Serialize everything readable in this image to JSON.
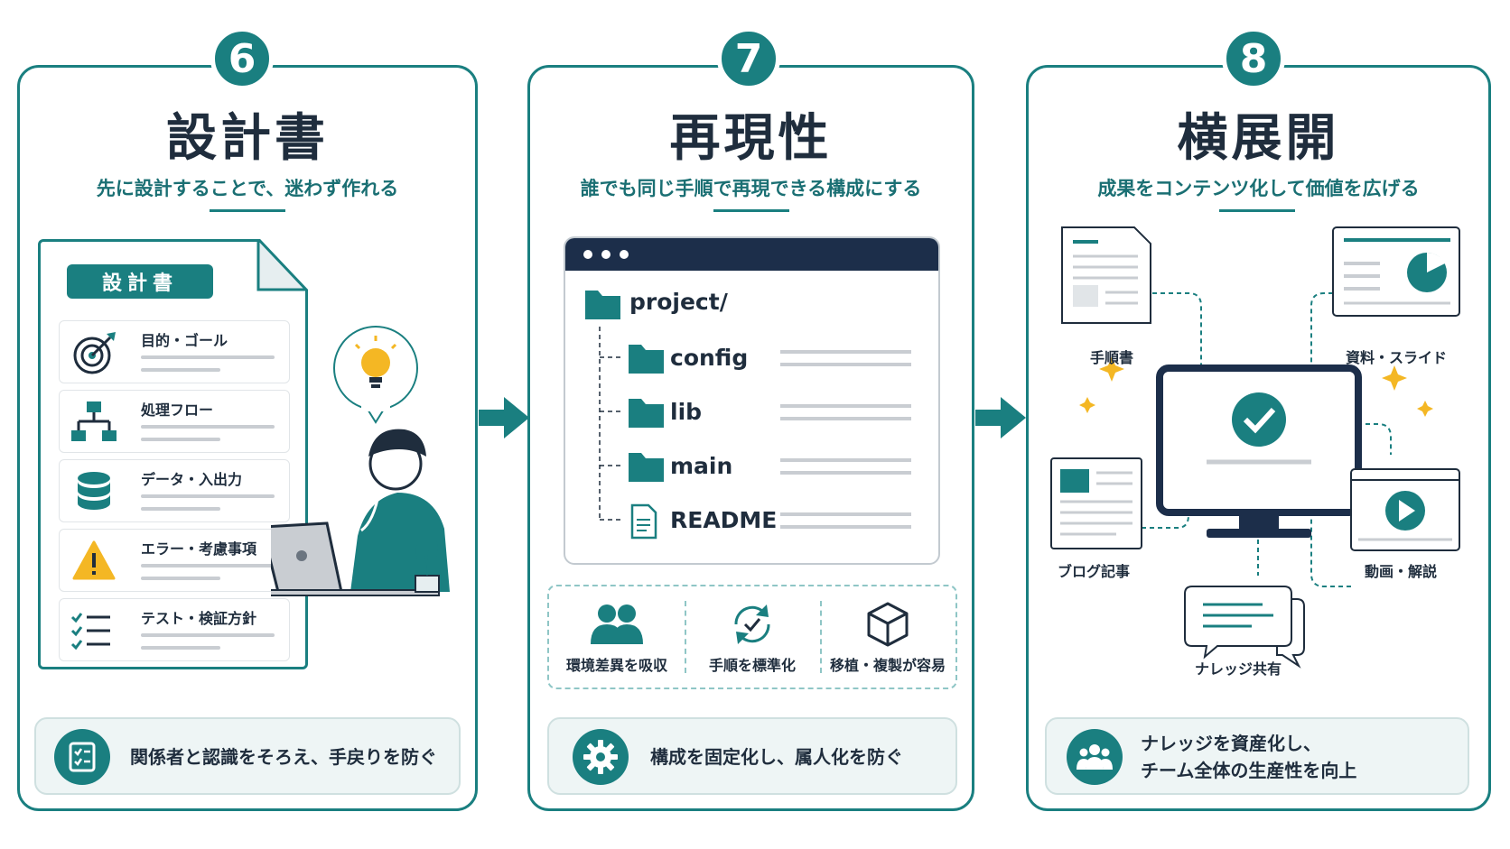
{
  "colors": {
    "teal": "#1a7f80",
    "navy": "#1c2e4a",
    "text": "#1f2d3d",
    "subtext": "#1a6f73",
    "yellow": "#f4b724"
  },
  "panels": [
    {
      "number": "6",
      "title": "設計書",
      "subtitle": "先に設計することで、迷わず作れる",
      "doc_tag": "設計書",
      "doc_items": [
        {
          "label": "目的・ゴール",
          "icon": "target-icon"
        },
        {
          "label": "処理フロー",
          "icon": "flowchart-icon"
        },
        {
          "label": "データ・入出力",
          "icon": "database-icon"
        },
        {
          "label": "エラー・考慮事項",
          "icon": "warning-icon"
        },
        {
          "label": "テスト・検証方針",
          "icon": "checklist-icon"
        }
      ],
      "footer": "関係者と認識をそろえ、手戻りを防ぐ",
      "footer_icon": "checklist-icon"
    },
    {
      "number": "7",
      "title": "再現性",
      "subtitle": "誰でも同じ手順で再現できる構成にする",
      "tree": {
        "root": "project/",
        "children": [
          "config",
          "lib",
          "main",
          "README"
        ]
      },
      "features": [
        {
          "label": "環境差異を吸収",
          "icon": "people-icon"
        },
        {
          "label": "手順を標準化",
          "icon": "refresh-check-icon"
        },
        {
          "label": "移植・複製が容易",
          "icon": "cube-icon"
        }
      ],
      "footer": "構成を固定化し、属人化を防ぐ",
      "footer_icon": "gear-icon"
    },
    {
      "number": "8",
      "title": "横展開",
      "subtitle": "成果をコンテンツ化して価値を広げる",
      "outputs": [
        "手順書",
        "資料・スライド",
        "ブログ記事",
        "動画・解説",
        "ナレッジ共有"
      ],
      "footer_lines": [
        "ナレッジを資産化し、",
        "チーム全体の生産性を向上"
      ],
      "footer_icon": "team-icon"
    }
  ]
}
